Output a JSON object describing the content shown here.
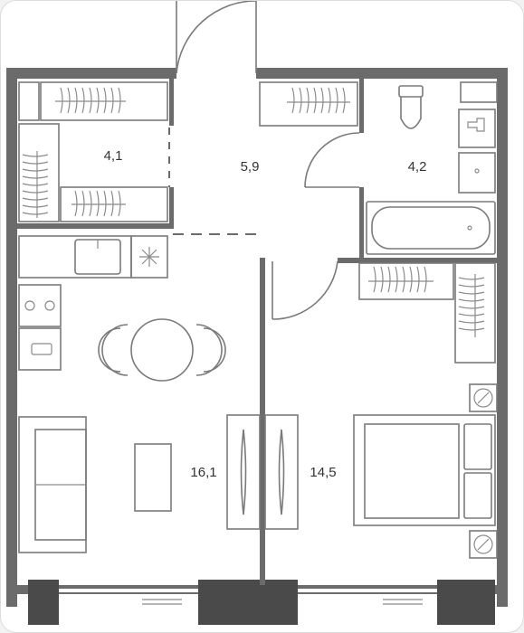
{
  "floor_plan": {
    "rooms": [
      {
        "id": "wardrobe",
        "area": "4,1"
      },
      {
        "id": "hall",
        "area": "5,9"
      },
      {
        "id": "bathroom",
        "area": "4,2"
      },
      {
        "id": "kitchen-living",
        "area": "16,1"
      },
      {
        "id": "bedroom",
        "area": "14,5"
      }
    ]
  },
  "colors": {
    "wall": "#6b6b6b",
    "wall_dark": "#4a4a4a",
    "line": "#7a7a7a",
    "text": "#333333",
    "card_border": "#dcdcdc"
  }
}
